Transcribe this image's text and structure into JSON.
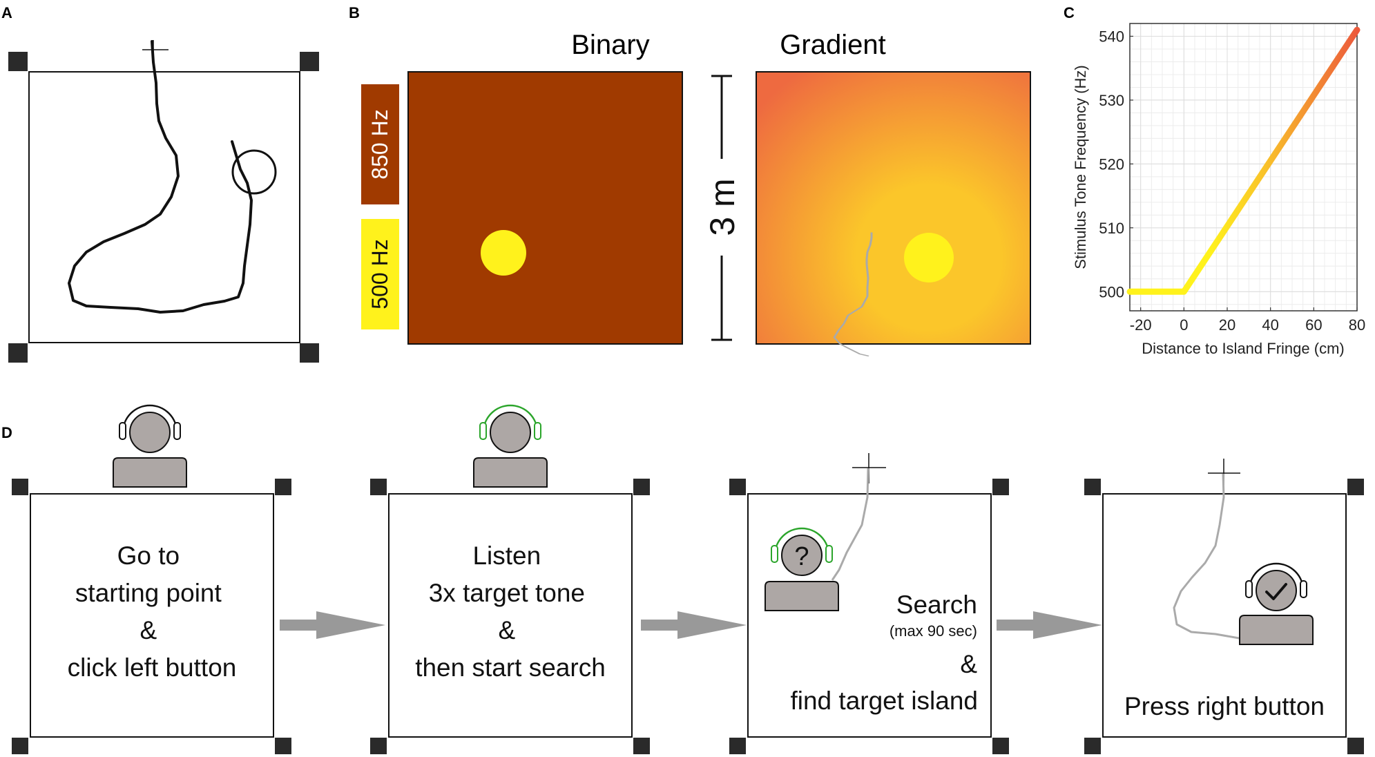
{
  "panels": {
    "a": "A",
    "b": "B",
    "c": "C",
    "d": "D"
  },
  "panel_b": {
    "binary_title": "Binary",
    "gradient_title": "Gradient",
    "high_tone_label": "850 Hz",
    "low_tone_label": "500 Hz",
    "scale_label": "3 m",
    "colors": {
      "binary_bg": "#A03A00",
      "island": "#FFF21C",
      "gradient_outer": "#EE6A40",
      "gradient_mid": "#FBC62A"
    }
  },
  "panel_c": {
    "chart_data": {
      "type": "line",
      "xlabel": "Distance to Island Fringe (cm)",
      "ylabel": "Stimulus Tone Frequency (Hz)",
      "xlim": [
        -25,
        80
      ],
      "ylim": [
        497,
        542
      ],
      "xticks": [
        "-20",
        "0",
        "20",
        "40",
        "60",
        "80"
      ],
      "yticks": [
        "500",
        "510",
        "520",
        "530",
        "540"
      ],
      "grid": true,
      "x": [
        -25,
        0,
        80
      ],
      "y": [
        500,
        500,
        541
      ],
      "colors": {
        "start": "#FFF21C",
        "mid": "#F9C12A",
        "end": "#EC5A3C"
      }
    }
  },
  "panel_d": {
    "steps": [
      {
        "lines": [
          "Go to",
          "starting point",
          "&",
          "click left button"
        ]
      },
      {
        "lines": [
          "Listen",
          "3x target tone",
          "&",
          "then start search"
        ]
      },
      {
        "main": "Search",
        "sub": "(max 90 sec)",
        "amp": "&",
        "last": "find target island"
      },
      {
        "lines": [
          "Press right button"
        ]
      }
    ],
    "question_mark": "?",
    "colors": {
      "headphone_active": "#2BA52B",
      "person": "#ADA7A5",
      "trajectory": "#AAAAAA",
      "arrow": "#999999"
    }
  }
}
